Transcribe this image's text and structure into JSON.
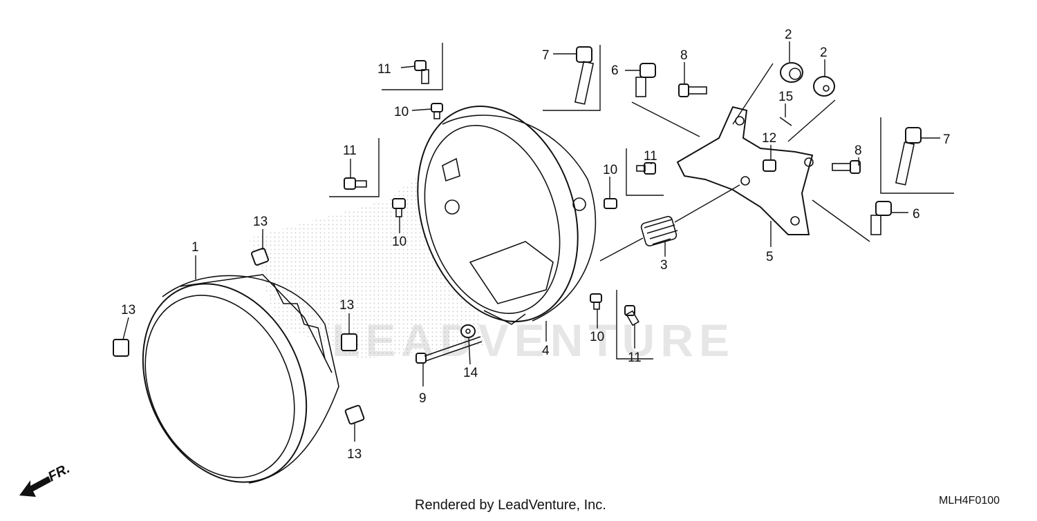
{
  "diagram": {
    "drawing_code": "MLH4F0100",
    "footer_credit": "Rendered by LeadVenture, Inc.",
    "watermark": "LEADVENTURE",
    "direction_label": "FR.",
    "callouts": {
      "c1": "1",
      "c2a": "2",
      "c2b": "2",
      "c3": "3",
      "c4": "4",
      "c5": "5",
      "c6a": "6",
      "c6b": "6",
      "c7a": "7",
      "c7b": "7",
      "c8a": "8",
      "c8b": "8",
      "c9": "9",
      "c10a": "10",
      "c10b": "10",
      "c10c": "10",
      "c10d": "10",
      "c11a": "11",
      "c11b": "11",
      "c11c": "11",
      "c11d": "11",
      "c12": "12",
      "c13a": "13",
      "c13b": "13",
      "c13c": "13",
      "c13d": "13",
      "c14": "14",
      "c15": "15"
    }
  }
}
